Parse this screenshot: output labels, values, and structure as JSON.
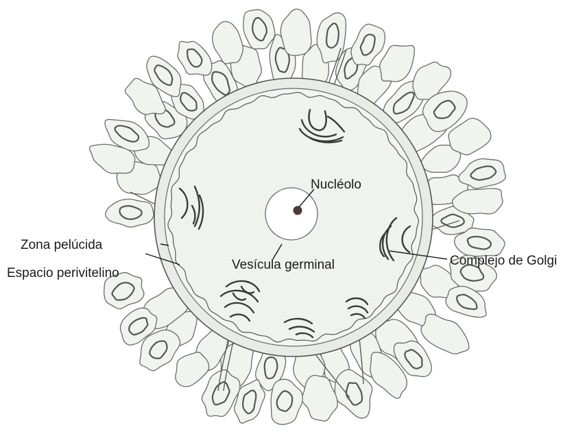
{
  "labels": {
    "nucleolo": "Nucléolo",
    "vesicula": "Vesícula germinal",
    "zona": "Zona pelúcida",
    "espacio": "Espacio perivitelino",
    "golgi": "Complejo de Golgi"
  },
  "colors": {
    "cytoplasm": "#f1f3ee",
    "outline": "#555555",
    "nucleolus": "#4a3c3c",
    "text": "#1a1a1a"
  }
}
